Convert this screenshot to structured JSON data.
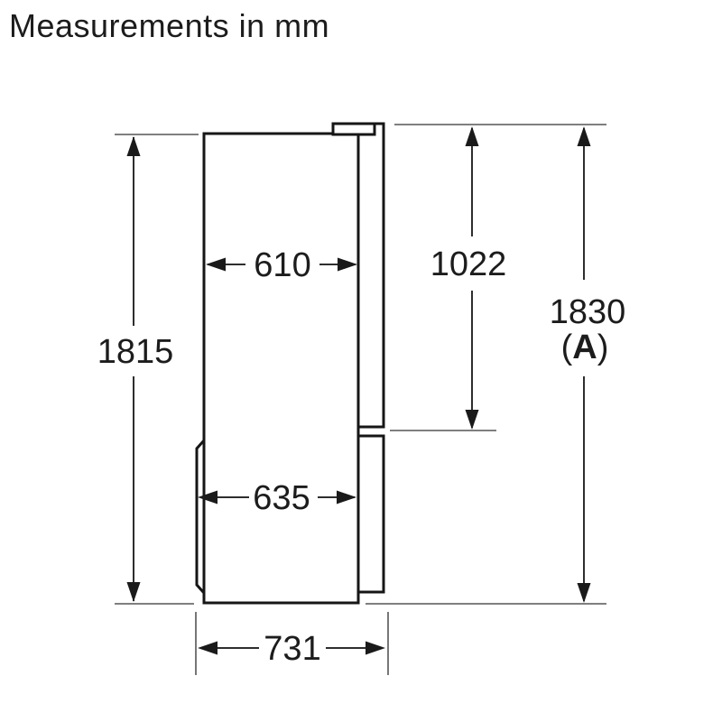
{
  "title": "Measurements in mm",
  "dimensions": {
    "body_height": "1815",
    "body_depth": "610",
    "upper_door_height": "1022",
    "overall_height": "1830",
    "overall_height_paren_open": "(",
    "overall_height_ref": "A",
    "overall_height_paren_close": ")",
    "lower_section_depth": "635",
    "overall_depth": "731"
  },
  "colors": {
    "background": "#ffffff",
    "product_outline": "#161616",
    "dimension_line": "#2e2e2e",
    "extension_line": "#555555",
    "text": "#1c1c1c"
  }
}
